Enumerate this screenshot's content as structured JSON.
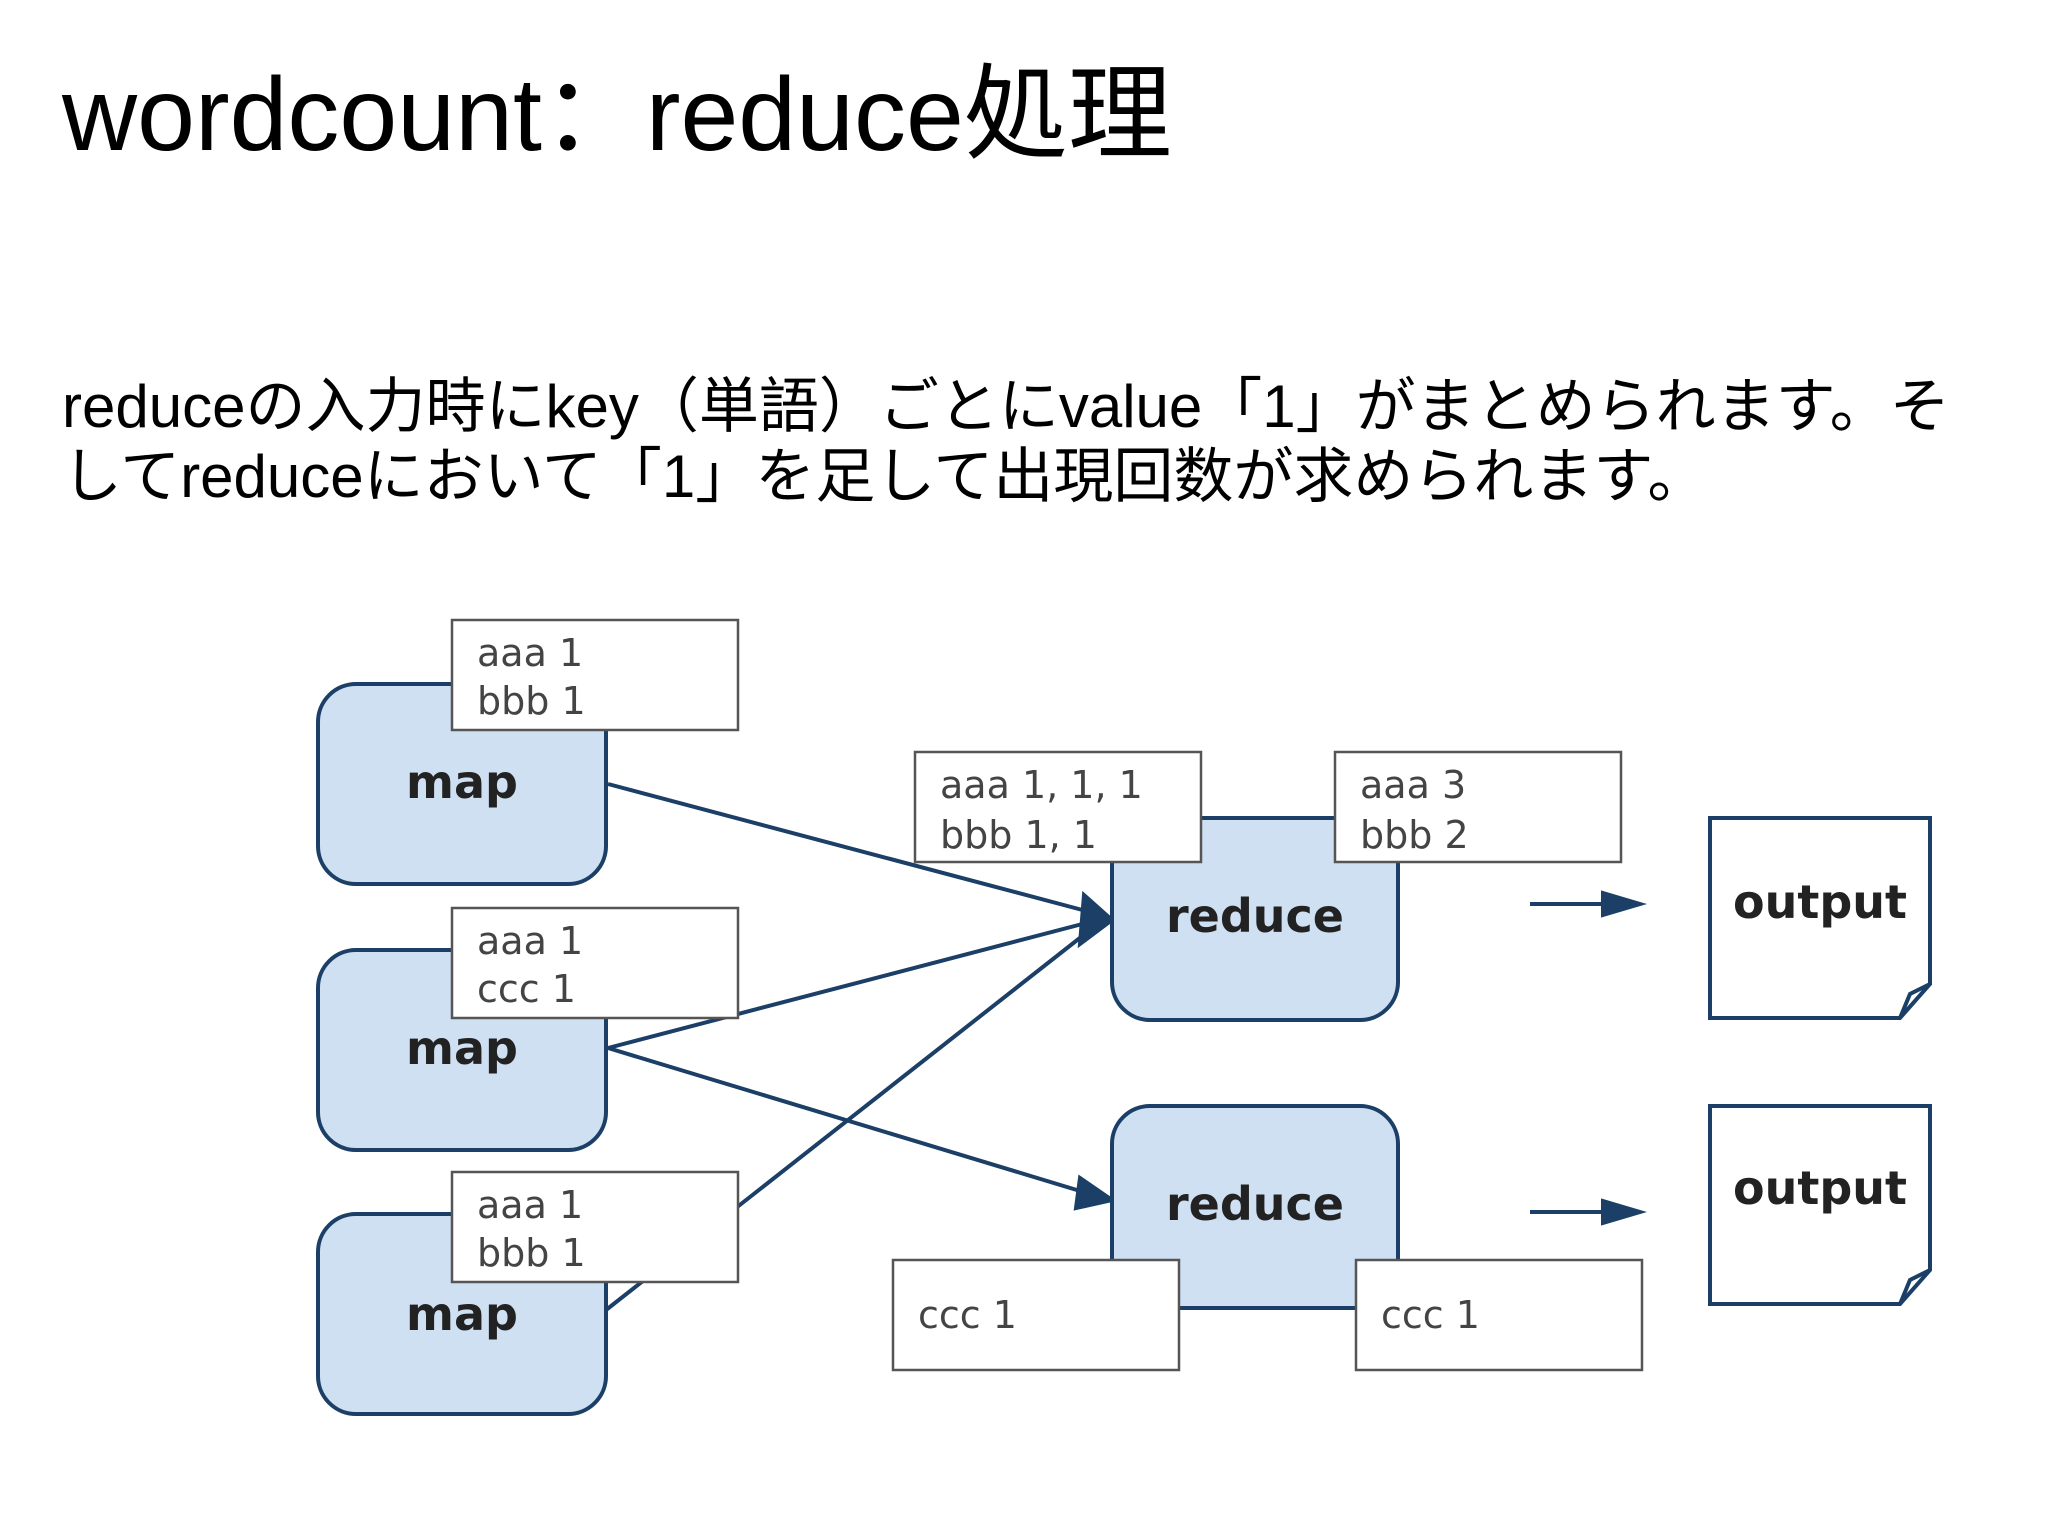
{
  "slide": {
    "title": "wordcount：reduce処理",
    "description": [
      "reduceの入力時にkey（単語）ごとにvalue「1」がまとめられます。そ",
      "してreduceにおいて「1」を足して出現回数が求められます。"
    ]
  },
  "diagram": {
    "maps": [
      {
        "label": "map",
        "output": [
          "aaa 1",
          "bbb 1"
        ]
      },
      {
        "label": "map",
        "output": [
          "aaa 1",
          "ccc 1"
        ]
      },
      {
        "label": "map",
        "output": [
          "aaa 1",
          "bbb 1"
        ]
      }
    ],
    "reducers": [
      {
        "label": "reduce",
        "input": [
          "aaa 1, 1, 1",
          "bbb 1, 1"
        ],
        "output": [
          "aaa 3",
          "bbb 2"
        ]
      },
      {
        "label": "reduce",
        "input": [
          "ccc 1"
        ],
        "output": [
          "ccc 1"
        ]
      }
    ],
    "outputs": [
      {
        "label": "output"
      },
      {
        "label": "output"
      }
    ]
  },
  "colors": {
    "node_fill": "#cfe0f3",
    "node_stroke": "#1b3f66",
    "arrow": "#1b3f66",
    "note_stroke": "#555555"
  }
}
